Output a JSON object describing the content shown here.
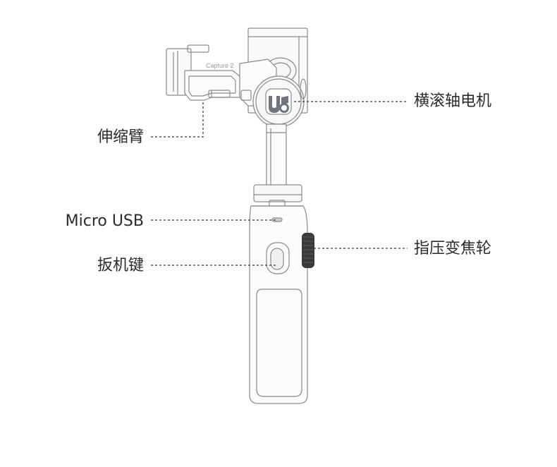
{
  "device": {
    "model_text": "Capture 2"
  },
  "callouts": {
    "roll_motor": "横滚轴电机",
    "extension_arm": "伸缩臂",
    "micro_usb": "Micro USB",
    "zoom_wheel": "指压变焦轮",
    "trigger": "扳机键"
  },
  "colors": {
    "outline": "#8a8a8a",
    "label_text": "#2b2b2b",
    "logo": "#6e7480",
    "knob": "#3a3a3a",
    "background": "#ffffff"
  }
}
